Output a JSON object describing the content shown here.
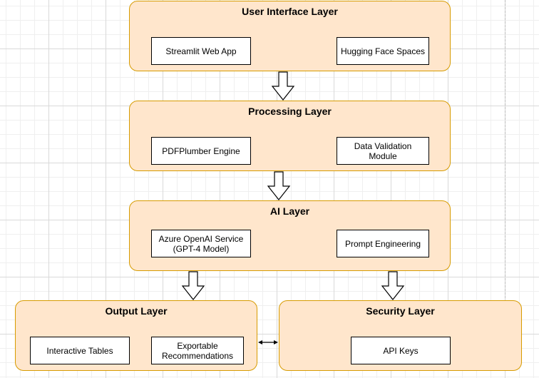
{
  "layers": {
    "ui": {
      "title": "User Interface Layer",
      "items": [
        "Streamlit Web App",
        "Hugging Face Spaces"
      ]
    },
    "processing": {
      "title": "Processing Layer",
      "items": [
        "PDFPlumber Engine",
        "Data Validation Module"
      ]
    },
    "ai": {
      "title": "AI Layer",
      "items": [
        "Azure OpenAI Service\n(GPT-4 Model)",
        "Prompt Engineering"
      ]
    },
    "output": {
      "title": "Output Layer",
      "items": [
        "Interactive Tables",
        "Exportable\nRecommendations"
      ]
    },
    "security": {
      "title": "Security Layer",
      "items": [
        "API Keys"
      ]
    }
  },
  "colors": {
    "layer_fill": "#ffe6cc",
    "layer_stroke": "#d79b00",
    "box_fill": "#ffffff",
    "box_stroke": "#000000",
    "arrow_fill": "#ffffff",
    "arrow_stroke": "#000000"
  }
}
